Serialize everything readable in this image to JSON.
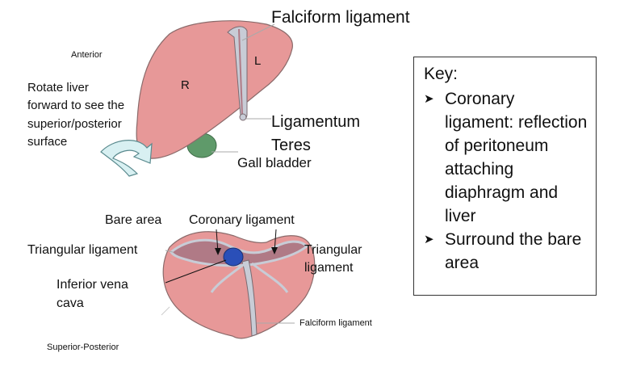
{
  "labels": {
    "falciform_top": "Falciform ligament",
    "anterior": "Anterior",
    "R": "R",
    "L": "L",
    "rotate": [
      "Rotate liver",
      "forward to see the",
      "superior/posterior",
      "surface"
    ],
    "lig_teres": [
      "Ligamentum",
      "Teres"
    ],
    "gall_bladder": "Gall bladder",
    "bare_area": "Bare area",
    "coronary": "Coronary ligament",
    "triangular_left": "Triangular ligament",
    "triangular_right": [
      "Triangular",
      "ligament"
    ],
    "ivc": [
      "Inferior vena",
      "cava"
    ],
    "falciform_bottom": "Falciform ligament",
    "superior_posterior": "Superior-Posterior"
  },
  "key": {
    "title": "Key:",
    "items": [
      "Coronary ligament: reflection of peritoneum attaching diaphragm and liver",
      "Surround the bare area"
    ]
  },
  "colors": {
    "liver": "#e79898",
    "liver_stroke": "#8a6a6a",
    "ligament": "#c8ccd6",
    "bare_area": "#b07a86",
    "ivc": "#2a4fb8",
    "gall_bladder": "#5f9a6a",
    "arrow_fill": "#d8f0f2",
    "arrow_stroke": "#5a8a8e"
  }
}
